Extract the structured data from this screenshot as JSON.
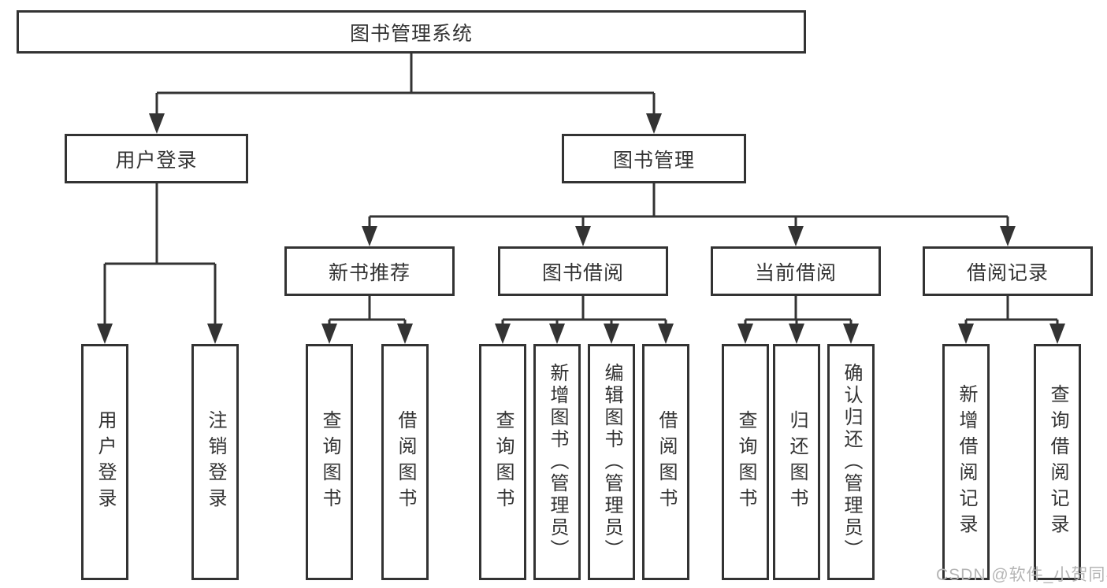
{
  "diagram": {
    "root": {
      "label": "图书管理系统"
    },
    "level2": [
      {
        "id": "user-login",
        "label": "用户登录"
      },
      {
        "id": "book-mgmt",
        "label": "图书管理"
      }
    ],
    "level3": [
      {
        "id": "new-book-rec",
        "label": "新书推荐"
      },
      {
        "id": "book-borrow",
        "label": "图书借阅"
      },
      {
        "id": "current-borrow",
        "label": "当前借阅"
      },
      {
        "id": "borrow-records",
        "label": "借阅记录"
      }
    ],
    "leaves": [
      {
        "id": "user-login-action",
        "label": "用户登录"
      },
      {
        "id": "logout-action",
        "label": "注销登录"
      },
      {
        "id": "newbook-query-books",
        "label": "查询图书"
      },
      {
        "id": "newbook-borrow-books",
        "label": "借阅图书"
      },
      {
        "id": "borrow-query-books",
        "label": "查询图书"
      },
      {
        "id": "borrow-add-books-admin",
        "label": "新增图书（管理员）"
      },
      {
        "id": "borrow-edit-books-admin",
        "label": "编辑图书（管理员）"
      },
      {
        "id": "borrow-borrow-books",
        "label": "借阅图书"
      },
      {
        "id": "current-query-books",
        "label": "查询图书"
      },
      {
        "id": "current-return-books",
        "label": "归还图书"
      },
      {
        "id": "current-confirm-return-admin",
        "label": "确认归还（管理员）"
      },
      {
        "id": "records-add-record",
        "label": "新增借阅记录"
      },
      {
        "id": "records-query-record",
        "label": "查询借阅记录"
      }
    ]
  },
  "watermark": {
    "text": "CSDN @软件_小贺同学"
  },
  "colors": {
    "line": "#333333",
    "box_border": "#333333",
    "text": "#333333",
    "watermark": "#b5b5b5",
    "background": "#ffffff"
  }
}
